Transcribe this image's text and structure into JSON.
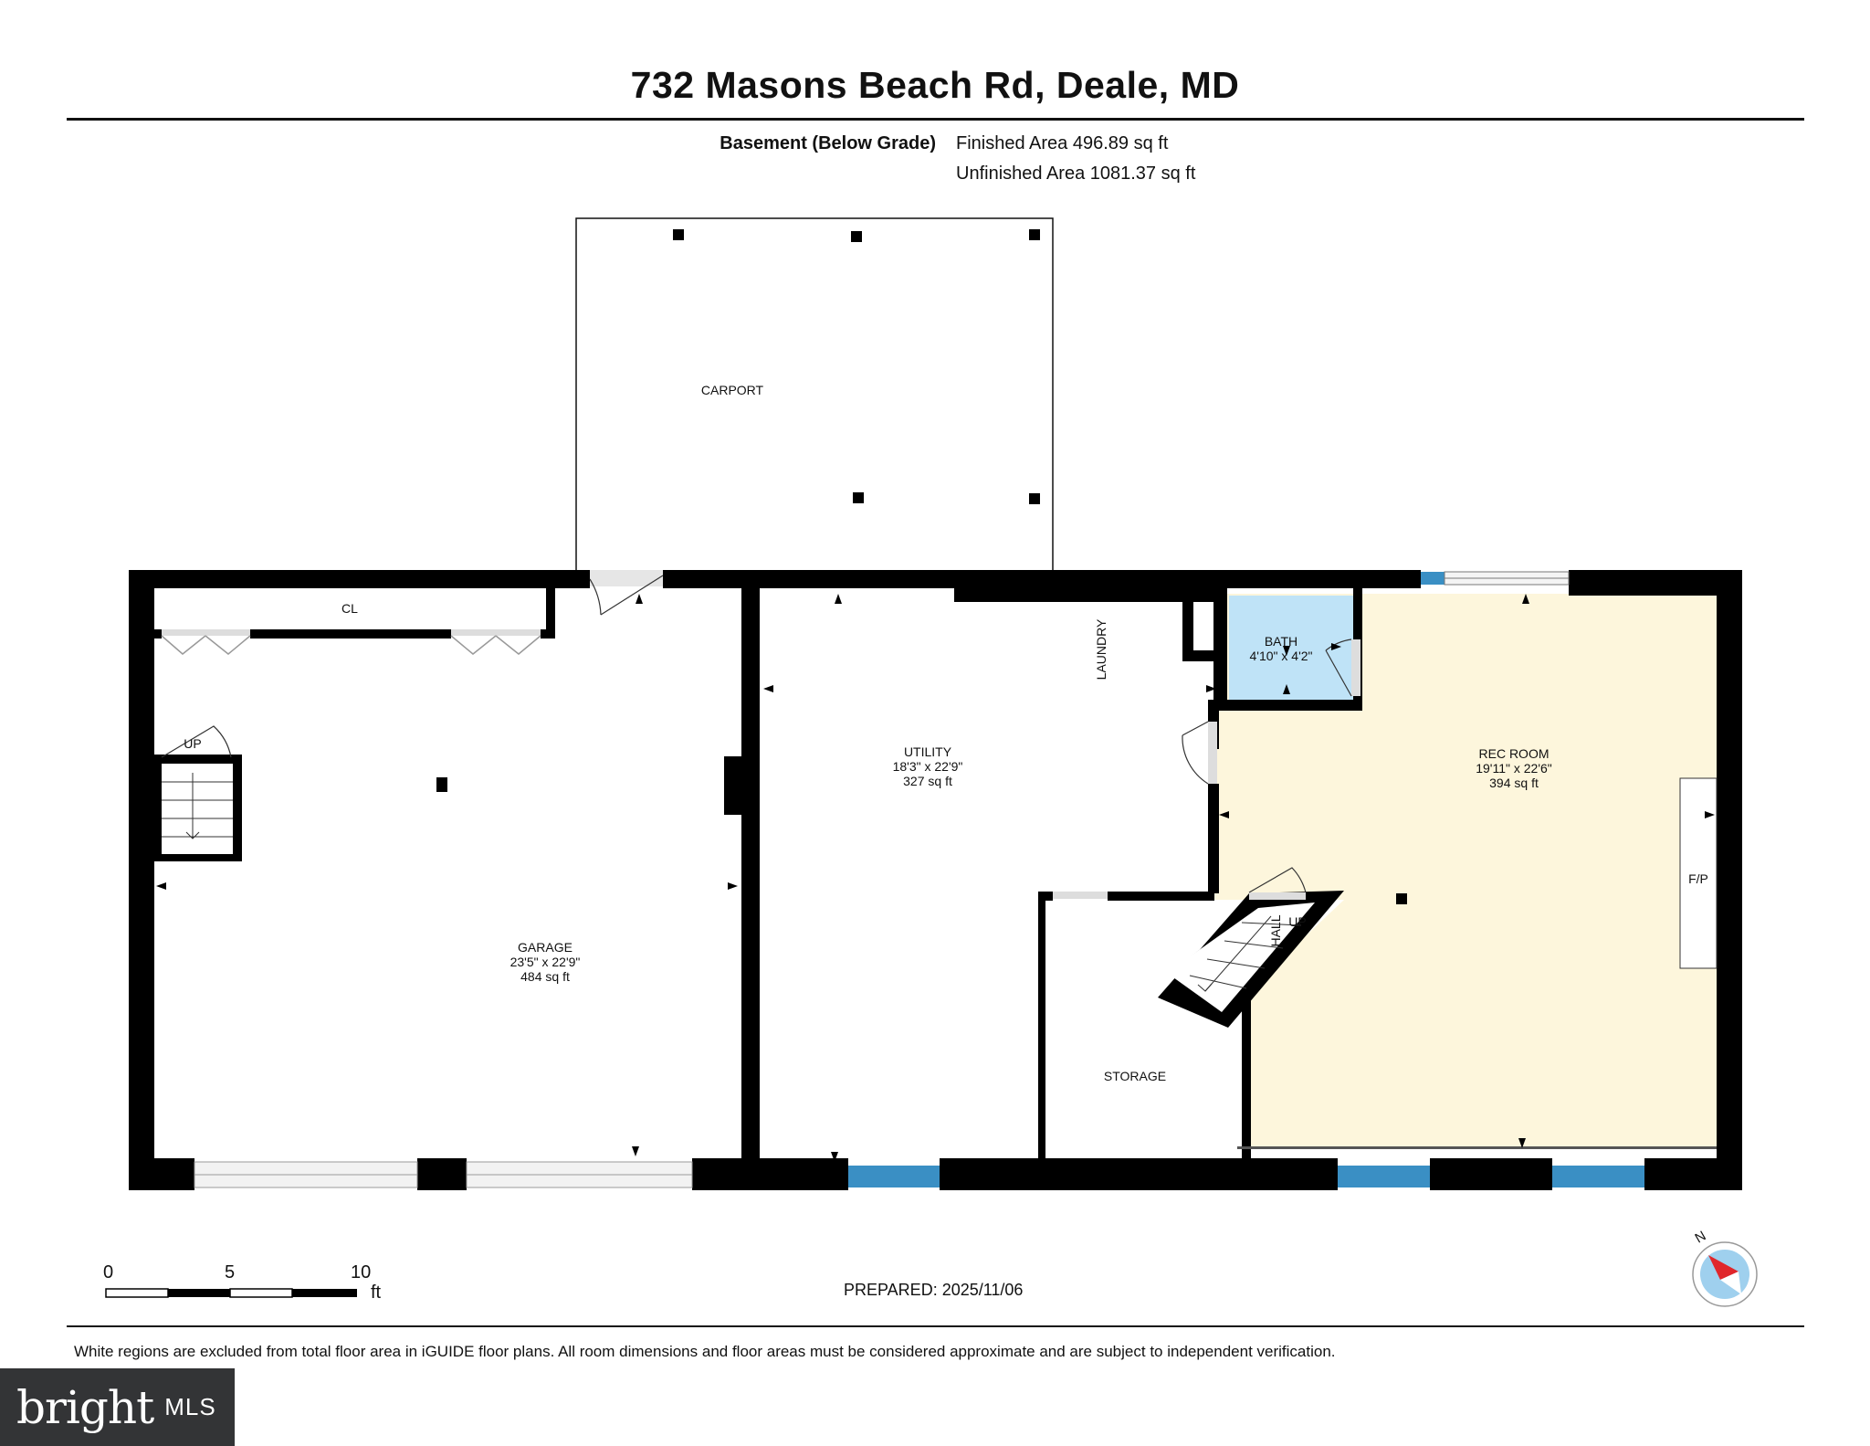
{
  "header": {
    "title": "732 Masons Beach Rd, Deale, MD",
    "floor_label": "Basement (Below Grade)",
    "finished_area": "Finished Area 496.89 sq ft",
    "unfinished_area": "Unfinished Area 1081.37 sq ft"
  },
  "rooms": {
    "carport": {
      "name": "CARPORT"
    },
    "closet": {
      "name": "CL"
    },
    "stairs_up_left": {
      "name": "UP"
    },
    "garage": {
      "name": "GARAGE",
      "dims": "23'5\" x 22'9\"",
      "area": "484 sq ft"
    },
    "utility": {
      "name": "UTILITY",
      "dims": "18'3\" x 22'9\"",
      "area": "327 sq ft"
    },
    "laundry": {
      "name": "LAUNDRY"
    },
    "bath": {
      "name": "BATH",
      "dims": "4'10\" x 4'2\""
    },
    "rec_room": {
      "name": "REC ROOM",
      "dims": "19'11\" x 22'6\"",
      "area": "394 sq ft"
    },
    "fireplace": {
      "name": "F/P"
    },
    "hall": {
      "name": "HALL"
    },
    "stairs_up_hall": {
      "name": "UP"
    },
    "storage": {
      "name": "STORAGE"
    }
  },
  "colors": {
    "wall": "#000000",
    "bath_fill": "#bfe3f7",
    "rec_fill": "#fdf6dc",
    "window": "#3a8fc4",
    "compass_red": "#e0262b",
    "compass_blue": "#9fd0ee"
  },
  "scale": {
    "labels": [
      "0",
      "5",
      "10"
    ],
    "unit": "ft"
  },
  "compass": {
    "label": "N"
  },
  "prepared": "PREPARED: 2025/11/06",
  "footer": "White regions are excluded from total floor area in iGUIDE floor plans. All room dimensions and floor areas must be considered approximate and are subject to independent verification.",
  "logo": {
    "brand": "bright",
    "suffix": "MLS"
  }
}
